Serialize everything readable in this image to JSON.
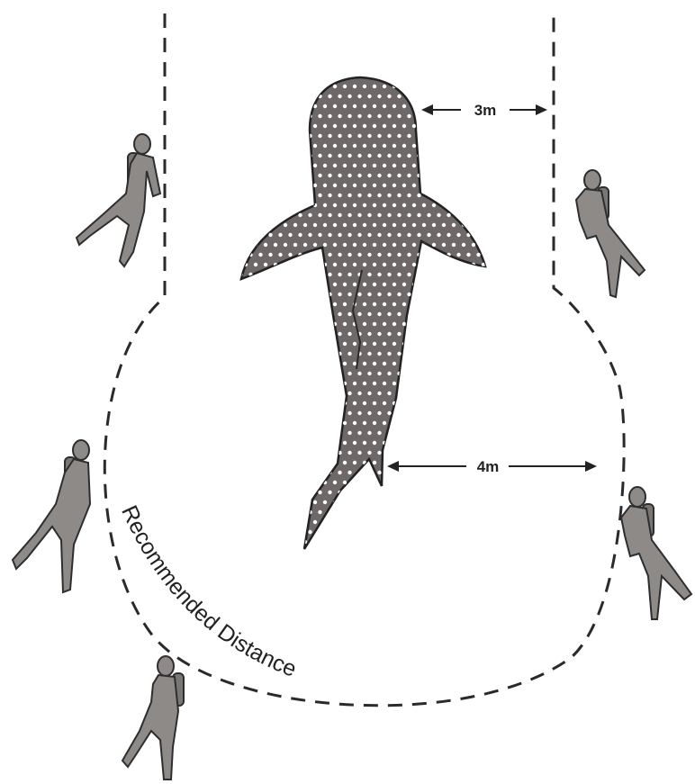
{
  "labels": {
    "near_distance": "3m",
    "side_distance": "4m",
    "boundary": "Recommended Distance"
  },
  "colors": {
    "shark": "#6e6868",
    "diver": "#8e8a88",
    "line": "#2a2a2a"
  },
  "figures": {
    "shark": "whale-shark",
    "divers": [
      "diver",
      "diver",
      "diver",
      "diver",
      "diver"
    ]
  }
}
